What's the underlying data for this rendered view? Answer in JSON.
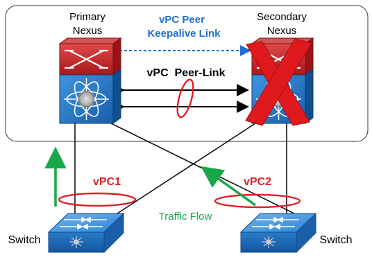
{
  "diagram": {
    "primary_label_line1": "Primary",
    "primary_label_line2": "Nexus",
    "secondary_label_line1": "Secondary",
    "secondary_label_line2": "Nexus",
    "keepalive_line1": "vPC Peer",
    "keepalive_line2": "Keepalive Link",
    "peer_link_label": "vPC  Peer-Link",
    "vpc1_label": "vPC1",
    "vpc2_label": "vPC2",
    "traffic_flow_label": "Traffic Flow",
    "switch_left_label": "Switch",
    "switch_right_label": "Switch",
    "failed_device": "secondary-nexus",
    "colors": {
      "nexus_red": "#c8282d",
      "nexus_blue": "#1a6fc4",
      "keepalive_blue": "#1f6fd1",
      "vpc_red": "#e31e24",
      "traffic_green": "#18a84a",
      "failure_red": "#e0191e"
    }
  }
}
